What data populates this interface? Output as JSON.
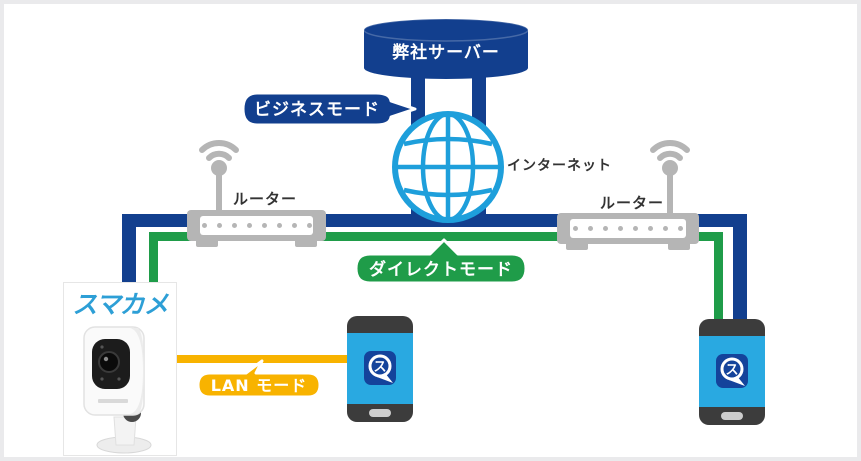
{
  "colors": {
    "navy": "#123F8E",
    "globe_blue": "#1E9FDB",
    "green": "#1F9C49",
    "yellow": "#F8B300",
    "router_gray": "#B5B5B5",
    "phone_screen_blue": "#29A9E1",
    "logo_blue": "#2D9FD6",
    "text_dark": "#333333"
  },
  "server": {
    "label": "弊社サーバー"
  },
  "internet": {
    "label": "インターネット"
  },
  "routers": {
    "left_label": "ルーター",
    "right_label": "ルーター"
  },
  "camera": {
    "logo": "スマカメ"
  },
  "app_icon": {
    "glyph": "ス"
  },
  "modes": {
    "business": {
      "label": "ビジネスモード",
      "color": "#123F8E"
    },
    "direct": {
      "label": "ダイレクトモード",
      "color": "#1F9C49"
    },
    "lan": {
      "label": "LAN モード",
      "color": "#F8B300"
    }
  }
}
